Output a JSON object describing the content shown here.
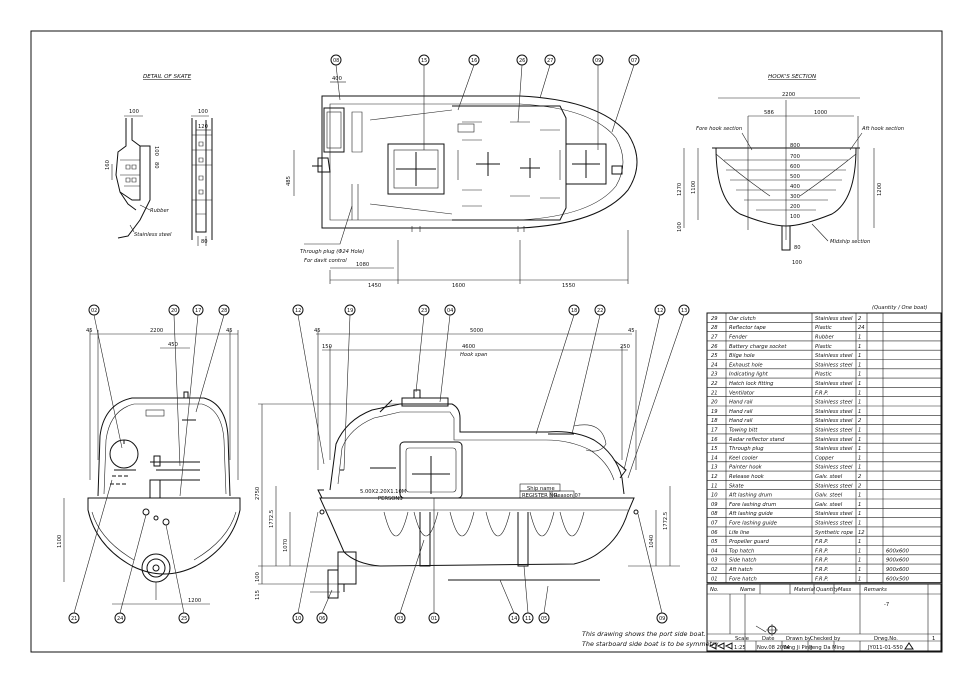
{
  "views": {
    "skate_title": "DETAIL OF SKATE",
    "hooks_title": "HOOK'S SECTION",
    "skate_labels": [
      "Rubber",
      "Stainless steel"
    ],
    "skate_dims": [
      "100",
      "100",
      "120",
      "100",
      "80",
      "160",
      "80"
    ],
    "hooks_labels": [
      "Fore hook section",
      "Aft hook section",
      "Midship section"
    ],
    "hooks_dims": [
      "2200",
      "586",
      "1000",
      "1270",
      "1100",
      "1200",
      "100",
      "80",
      "100"
    ],
    "hook_lines": [
      "800",
      "700",
      "600",
      "500",
      "400",
      "300",
      "200",
      "100"
    ],
    "plan_dims": [
      "400",
      "485",
      "1080",
      "1450",
      "1600",
      "1550"
    ],
    "plan_labels": [
      "Through plug (Φ24 Hole)",
      "For davit control"
    ],
    "plan_balloons": [
      "08",
      "15",
      "16",
      "26",
      "27",
      "09",
      "07"
    ],
    "front_balloons_top": [
      "02",
      "20",
      "17",
      "28"
    ],
    "front_balloons_bottom": [
      "21",
      "24",
      "25"
    ],
    "front_dims": [
      "45",
      "2200",
      "450",
      "45",
      "1100",
      "1200"
    ],
    "side_balloons_top": [
      "12",
      "19",
      "23",
      "04",
      "18",
      "22",
      "12",
      "13"
    ],
    "side_balloons_bottom": [
      "10",
      "06",
      "03",
      "01",
      "14",
      "11",
      "05",
      "09"
    ],
    "side_dims": [
      "45",
      "5000",
      "45",
      "150",
      "4600",
      "250",
      "2750",
      "1772.5",
      "1070",
      "100",
      "115",
      "1040",
      "1772.5"
    ],
    "hook_span": "Hook span",
    "capacity_mark": "5.00X2.20X1.10M",
    "persons": "PERSONS",
    "ship_name": "Ship name",
    "reg_no": "REGISTER NO.",
    "reason": "Reason 0?"
  },
  "bom": {
    "caption": "(Quantity / One boat)",
    "rows": [
      [
        "29",
        "Oar clutch",
        "Stainless steel",
        "2",
        ""
      ],
      [
        "28",
        "Reflector tape",
        "Plastic",
        "24",
        ""
      ],
      [
        "27",
        "Fender",
        "Rubber",
        "1",
        ""
      ],
      [
        "26",
        "Battery charge socket",
        "Plastic",
        "1",
        ""
      ],
      [
        "25",
        "Bilge hole",
        "Stainless steel",
        "1",
        ""
      ],
      [
        "24",
        "Exhaust hole",
        "Stainless steel",
        "1",
        ""
      ],
      [
        "23",
        "Indicating light",
        "Plastic",
        "1",
        ""
      ],
      [
        "22",
        "Hatch lock fitting",
        "Stainless steel",
        "1",
        ""
      ],
      [
        "21",
        "Ventilator",
        "F.R.P.",
        "1",
        ""
      ],
      [
        "20",
        "Hand rail",
        "Stainless steel",
        "1",
        ""
      ],
      [
        "19",
        "Hand rail",
        "Stainless steel",
        "1",
        ""
      ],
      [
        "18",
        "Hand rail",
        "Stainless steel",
        "2",
        ""
      ],
      [
        "17",
        "Towing bitt",
        "Stainless steel",
        "1",
        ""
      ],
      [
        "16",
        "Radar reflector stand",
        "Stainless steel",
        "1",
        ""
      ],
      [
        "15",
        "Through plug",
        "Stainless steel",
        "1",
        ""
      ],
      [
        "14",
        "Keel cooler",
        "Copper",
        "1",
        ""
      ],
      [
        "13",
        "Painter hook",
        "Stainless steel",
        "1",
        ""
      ],
      [
        "12",
        "Release hook",
        "Galv. steel",
        "2",
        ""
      ],
      [
        "11",
        "Skate",
        "Stainless steel",
        "2",
        ""
      ],
      [
        "10",
        "Aft lashing drum",
        "Galv. steel",
        "1",
        ""
      ],
      [
        "09",
        "Fore lashing drum",
        "Galv. steel",
        "1",
        ""
      ],
      [
        "08",
        "Aft lashing guide",
        "Stainless steel",
        "1",
        ""
      ],
      [
        "07",
        "Fore lashing guide",
        "Stainless steel",
        "1",
        ""
      ],
      [
        "06",
        "Life line",
        "Synthetic rope",
        "12",
        ""
      ],
      [
        "05",
        "Propeller guard",
        "F.R.P.",
        "1",
        ""
      ],
      [
        "04",
        "Top hatch",
        "F.R.P.",
        "1",
        "600x600"
      ],
      [
        "03",
        "Side hatch",
        "F.R.P.",
        "1",
        "900x600"
      ],
      [
        "02",
        "Aft hatch",
        "F.R.P.",
        "1",
        "900x600"
      ],
      [
        "01",
        "Fore hatch",
        "F.R.P.",
        "1",
        "600x500"
      ]
    ],
    "header": [
      "No.",
      "Name",
      "Material",
      "Quantity",
      "Mass",
      "Remarks"
    ]
  },
  "title_block": {
    "scale_label": "Scale",
    "scale": "1:25",
    "date": "Nov.08 2004",
    "drawn": "Yang Ji Ping",
    "checked": "Peng Da Ming",
    "drawing_no": "JY011-01-550",
    "rev": "-7",
    "sheet": "1",
    "labels": [
      "Date",
      "Drawn by",
      "Checked by",
      "Drwg.No."
    ]
  },
  "notes": [
    "This drawing shows the port side boat.",
    "The starboard side boat is to be symmetry."
  ]
}
